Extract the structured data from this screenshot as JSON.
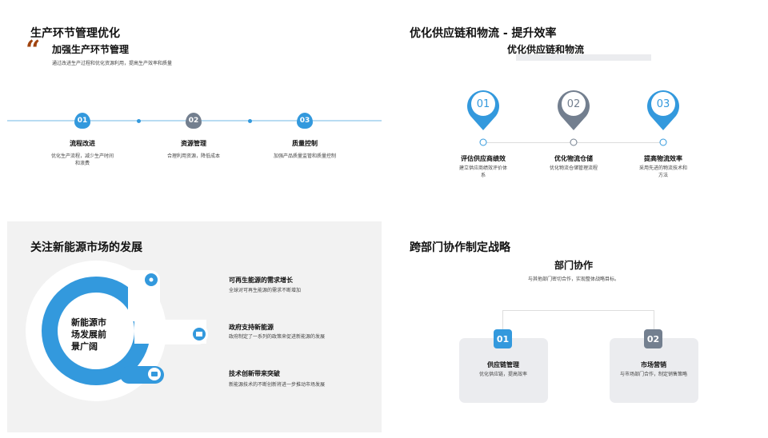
{
  "colors": {
    "blue": "#3399dd",
    "gray": "#737f8f",
    "brown": "#a0430f"
  },
  "q1": {
    "title": "生产环节管理优化",
    "quote_icon": "quote-icon",
    "subtitle": "加强生产环节管理",
    "desc": "通过改进生产过程和优化资源利用，提高生产效率和质量",
    "steps": [
      {
        "num": "01",
        "title": "流程改进",
        "desc": "优化生产流程，减少生产时间和浪费"
      },
      {
        "num": "02",
        "title": "资源管理",
        "desc": "合理利用资源，降低成本"
      },
      {
        "num": "03",
        "title": "质量控制",
        "desc": "加强产品质量监管和质量控制"
      }
    ]
  },
  "q2": {
    "title": "优化供应链和物流 - 提升效率",
    "subtitle": "优化供应链和物流",
    "steps": [
      {
        "num": "01",
        "title": "评估供应商绩效",
        "desc": "建立供应商绩效评价体系"
      },
      {
        "num": "02",
        "title": "优化物流仓储",
        "desc": "优化物流仓储管理流程"
      },
      {
        "num": "03",
        "title": "提高物流效率",
        "desc": "采用先进的物流技术和方法"
      }
    ]
  },
  "q3": {
    "title": "关注新能源市场的发展",
    "center": "新能源市场发展前景广阔",
    "items": [
      {
        "title": "可再生能源的需求增长",
        "desc": "全球对可再生能源的需求不断增加",
        "icon": "location-icon"
      },
      {
        "title": "政府支持新能源",
        "desc": "政府制定了一系列的政策来促进新能源的发展",
        "icon": "image-icon"
      },
      {
        "title": "技术创新带来突破",
        "desc": "新能源技术的不断创新将进一步推动市场发展",
        "icon": "sofa-icon"
      }
    ]
  },
  "q4": {
    "title": "跨部门协作制定战略",
    "subtitle": "部门协作",
    "desc": "与其他部门密切合作，实现整体战略目标。",
    "cards": [
      {
        "num": "01",
        "title": "供应链管理",
        "desc": "优化供应链，提高效率"
      },
      {
        "num": "02",
        "title": "市场营销",
        "desc": "与市场部门合作，制定销售策略"
      }
    ]
  }
}
